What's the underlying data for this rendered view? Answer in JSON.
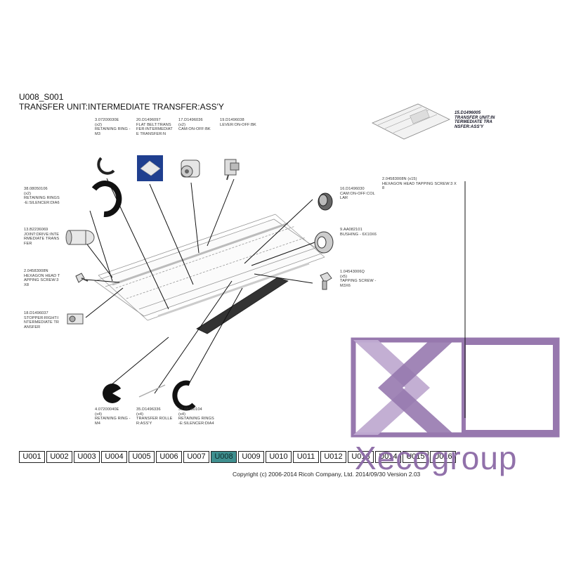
{
  "header": {
    "code": "U008_S001",
    "title": "TRANSFER UNIT:INTERMEDIATE TRANSFER:ASS'Y"
  },
  "assembly_label": "15.D1496005\nTRANSFER UNIT:IN\nTERMEDIATE TRA\nNSFER:ASS'Y",
  "parts": [
    {
      "id": "p3",
      "text": "3.07200030E\n(x2)\nRETAINING RING -\nM3"
    },
    {
      "id": "p20",
      "text": "20.D1496097\nFLAT BELT:TRANS\nFER:INTERMEDIAT\nE TRANSFER:N"
    },
    {
      "id": "p17",
      "text": "17.D1496036\n(x2)\nCAM:ON-OFF:BK"
    },
    {
      "id": "p19",
      "text": "19.D1496038\nLEVER:ON-OFF:BK"
    },
    {
      "id": "p38",
      "text": "38.08050106\n(x2)\nRETAINING RINGS\n-E:SILENCER:DIA6"
    },
    {
      "id": "p13",
      "text": "13.B2236069\nJOINT:DRIVE:INTE\nRMEDIATE TRANS\nFER"
    },
    {
      "id": "p2a",
      "text": "2.04583008N\nHEXAGON HEAD T\nAPPING SCREW:3\nX8"
    },
    {
      "id": "p18",
      "text": "18.D1496037\nSTOPPER:RIGHT:I\nNTERMEDIATE TR\nANSFER"
    },
    {
      "id": "p2b",
      "text": "2.04583008N (x15)\nHEXAGON HEAD TAPPING SCREW:3 X\n8"
    },
    {
      "id": "p16",
      "text": "16.D1496030\nCAM:ON-OFF:COL\nLAR"
    },
    {
      "id": "p9",
      "text": "9.AA082101\nBUSHING - 6X10X6"
    },
    {
      "id": "p1",
      "text": "1.04543006Q\n(x5)\nTAPPING SCREW -\nM3X6"
    },
    {
      "id": "p4",
      "text": "4.07200040E\n(x4)\nRETAINING RING -\nM4"
    },
    {
      "id": "p35",
      "text": "35.D1496336\n(x4)\nTRANSFER ROLLE\nR:ASS'Y"
    },
    {
      "id": "p37",
      "text": "37.08050104\n(x4)\nRETAINING RINGS\n-E:SILENCER:DIA4"
    }
  ],
  "nav": {
    "tabs": [
      "U001",
      "U002",
      "U003",
      "U004",
      "U005",
      "U006",
      "U007",
      "U008",
      "U009",
      "U010",
      "U011",
      "U012",
      "U013",
      "U014",
      "U015",
      "U016"
    ],
    "active": "U008"
  },
  "copyright": "Copyright (c) 2006-2014 Ricoh Company, Ltd.    2014/09/30 Version 2.03",
  "watermark": {
    "text": "Xecogroup",
    "color": "#8c6aa6",
    "light_color": "#b9a2cc"
  },
  "colors": {
    "active_tab": "#3f8f8f",
    "part_icon": "#1f3f8f"
  }
}
